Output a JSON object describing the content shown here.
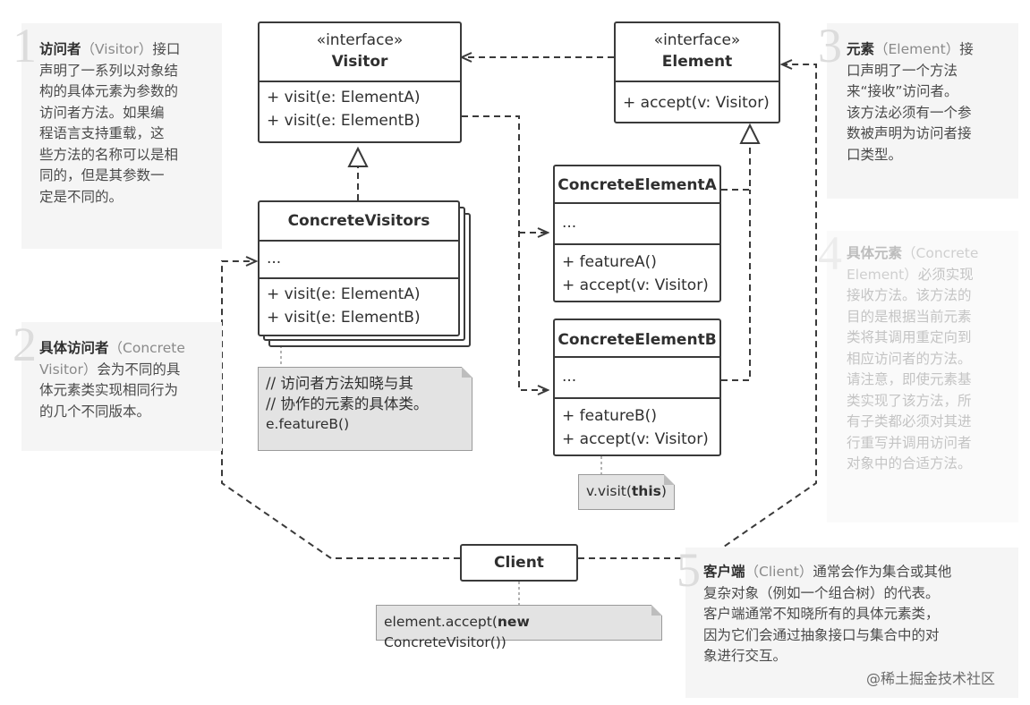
{
  "notes": [
    {
      "num": "1",
      "lines": [
        [
          {
            "t": "访问者",
            "b": true
          },
          {
            "t": "（Visitor）",
            "en": true
          },
          {
            "t": "接口"
          }
        ],
        [
          {
            "t": "声明了一系列以对象结"
          }
        ],
        [
          {
            "t": "构的具体元素为参数的"
          }
        ],
        [
          {
            "t": "访问者方法。如果编"
          }
        ],
        [
          {
            "t": "程语言支持重载，这"
          }
        ],
        [
          {
            "t": "些方法的名称可以是相"
          }
        ],
        [
          {
            "t": "同的，但是其参数一"
          }
        ],
        [
          {
            "t": "定是不同的。"
          }
        ]
      ]
    },
    {
      "num": "2",
      "lines": [
        [
          {
            "t": "具体访问者",
            "b": true
          },
          {
            "t": "（Concrete",
            "en": true
          }
        ],
        [
          {
            "t": "Visitor）",
            "en": true
          },
          {
            "t": "会为不同的具"
          }
        ],
        [
          {
            "t": "体元素类实现相同行为"
          }
        ],
        [
          {
            "t": "的几个不同版本。"
          }
        ]
      ]
    },
    {
      "num": "3",
      "lines": [
        [
          {
            "t": "元素",
            "b": true
          },
          {
            "t": "（Element）",
            "en": true
          },
          {
            "t": "接"
          }
        ],
        [
          {
            "t": "口声明了一个方法"
          }
        ],
        [
          {
            "t": "来“接收”访问者。"
          }
        ],
        [
          {
            "t": "该方法必须有一个参"
          }
        ],
        [
          {
            "t": "数被声明为访问者接"
          }
        ],
        [
          {
            "t": "口类型。"
          }
        ]
      ]
    },
    {
      "num": "4",
      "lines": [
        [
          {
            "t": "具体元素",
            "b": true
          },
          {
            "t": "（Concrete",
            "en": true
          }
        ],
        [
          {
            "t": "Element）",
            "en": true
          },
          {
            "t": "必须实现"
          }
        ],
        [
          {
            "t": "接收方法。该方法的"
          }
        ],
        [
          {
            "t": "目的是根据当前元素"
          }
        ],
        [
          {
            "t": "类将其调用重定向到"
          }
        ],
        [
          {
            "t": "相应访问者的方法。"
          }
        ],
        [
          {
            "t": "请注意，即使元素基"
          }
        ],
        [
          {
            "t": "类实现了该方法，所"
          }
        ],
        [
          {
            "t": "有子类都必须对其进"
          }
        ],
        [
          {
            "t": "行重写并调用访问者"
          }
        ],
        [
          {
            "t": "对象中的合适方法。"
          }
        ]
      ]
    },
    {
      "num": "5",
      "lines": [
        [
          {
            "t": "客户端",
            "b": true
          },
          {
            "t": "（Client）",
            "en": true
          },
          {
            "t": "通常会作为集合或其他"
          }
        ],
        [
          {
            "t": "复杂对象（例如一个组合树）的代表。"
          }
        ],
        [
          {
            "t": "客户端通常不知晓所有的具体元素类，"
          }
        ],
        [
          {
            "t": "因为它们会通过抽象接口与集合中的对"
          }
        ],
        [
          {
            "t": "象进行交互。"
          }
        ]
      ]
    }
  ],
  "visitor": {
    "stereotype": "«interface»",
    "name": "Visitor",
    "methods": [
      "+ visit(e: ElementA)",
      "+ visit(e: ElementB)"
    ]
  },
  "element": {
    "stereotype": "«interface»",
    "name": "Element",
    "methods": [
      "+ accept(v: Visitor)"
    ]
  },
  "concrete_visitors": {
    "name": "ConcreteVisitors",
    "fields": "...",
    "methods": [
      "+ visit(e: ElementA)",
      "+ visit(e: ElementB)"
    ]
  },
  "concrete_element_a": {
    "name": "ConcreteElementA",
    "fields": "...",
    "methods": [
      "+ featureA()",
      "+ accept(v: Visitor)"
    ]
  },
  "concrete_element_b": {
    "name": "ConcreteElementB",
    "fields": "...",
    "methods": [
      "+ featureB()",
      "+ accept(v: Visitor)"
    ]
  },
  "client": {
    "name": "Client"
  },
  "code_visitor": {
    "comment1": "// 访问者方法知晓与其",
    "comment2": "// 协作的元素的具体类。",
    "code": "e.featureB()"
  },
  "code_element": {
    "pre": "v.visit(",
    "kw": "this",
    "post": ")"
  },
  "code_client": {
    "pre": "element.accept(",
    "kw": "new",
    "post": " ConcreteVisitor())"
  },
  "watermark": "@稀土掘金技术社区"
}
